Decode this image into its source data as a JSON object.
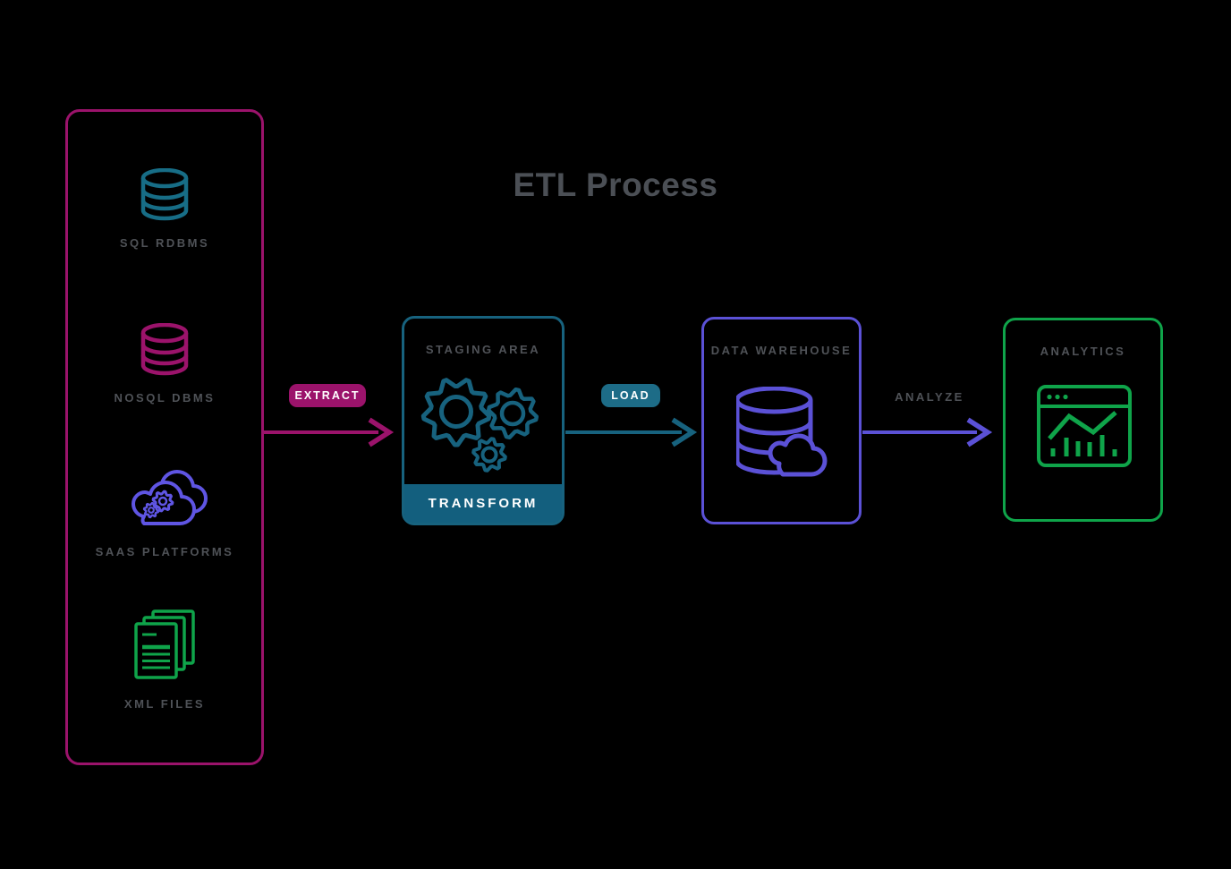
{
  "title": "ETL Process",
  "background_color": "#000000",
  "label_color": "#4f5257",
  "sources": {
    "border_color": "#9b136b",
    "items": [
      {
        "label": "SQL RDBMS",
        "icon": "database-icon",
        "color": "#176d86"
      },
      {
        "label": "NOSQL DBMS",
        "icon": "database-icon",
        "color": "#9b136b"
      },
      {
        "label": "SAAS PLATFORMS",
        "icon": "cloud-gears-icon",
        "color": "#5f55e3"
      },
      {
        "label": "XML FILES",
        "icon": "documents-icon",
        "color": "#0fa44a"
      }
    ]
  },
  "stages": {
    "staging": {
      "title": "STAGING AREA",
      "banner": "TRANSFORM",
      "icon": "gears-icon",
      "border_color": "#17627e",
      "banner_color": "#135f7e"
    },
    "warehouse": {
      "title": "DATA WAREHOUSE",
      "icon": "database-cloud-icon",
      "border_color": "#5b51d6"
    },
    "analytics": {
      "title": "ANALYTICS",
      "icon": "chart-window-icon",
      "border_color": "#0fa44a"
    }
  },
  "flows": [
    {
      "label": "EXTRACT",
      "style": "badge",
      "arrow_color": "#9b136b",
      "badge_color": "#9b136b",
      "direction": "right"
    },
    {
      "label": "LOAD",
      "style": "badge",
      "arrow_color": "#17627e",
      "badge_color": "#1d6c87",
      "direction": "right"
    },
    {
      "label": "ANALYZE",
      "style": "text",
      "arrow_color": "#5b51d6",
      "direction": "right"
    }
  ]
}
